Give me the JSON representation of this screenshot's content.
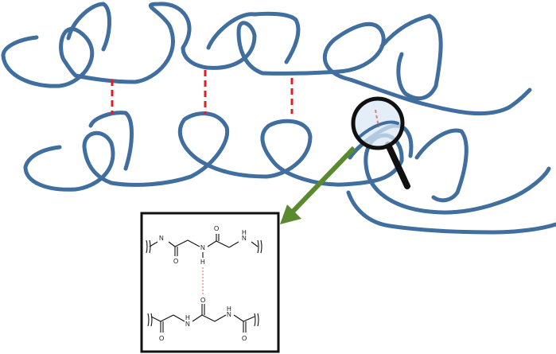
{
  "colors": {
    "strand": "#3f6e9f",
    "hydrogen_bond": "#e02020",
    "arrow": "#5a8a2e",
    "magnifier_frame": "#111111",
    "magnifier_lens": "#dbe8f5",
    "inset_border": "#111111",
    "structure_lines": "#111111",
    "inset_hbond": "#e06060"
  },
  "icons": {
    "magnifier": "magnifying-glass-icon",
    "arrow": "down-left-arrow-icon"
  },
  "strands": {
    "count": 2,
    "hydrogen_bonds_shown": 3
  },
  "inset": {
    "top_chain_atoms": {
      "n_left": "N",
      "o_left": "O",
      "n_center": "N",
      "h_center": "H",
      "o_top": "O",
      "n_right": "N",
      "h_right": "H"
    },
    "bottom_chain_atoms": {
      "o_top": "O",
      "o_left": "O",
      "n_left": "N",
      "h_left": "H",
      "n_right": "N",
      "h_right": "H",
      "o_right": "O"
    }
  }
}
